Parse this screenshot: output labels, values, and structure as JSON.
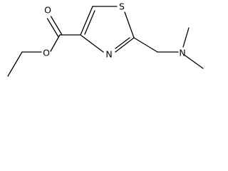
{
  "molecule": {
    "atoms": {
      "carbonyl_oxygen": "O",
      "ester_oxygen": "O",
      "ring_sulfur": "S",
      "ring_nitrogen": "N",
      "amine_nitrogen": "N"
    }
  }
}
